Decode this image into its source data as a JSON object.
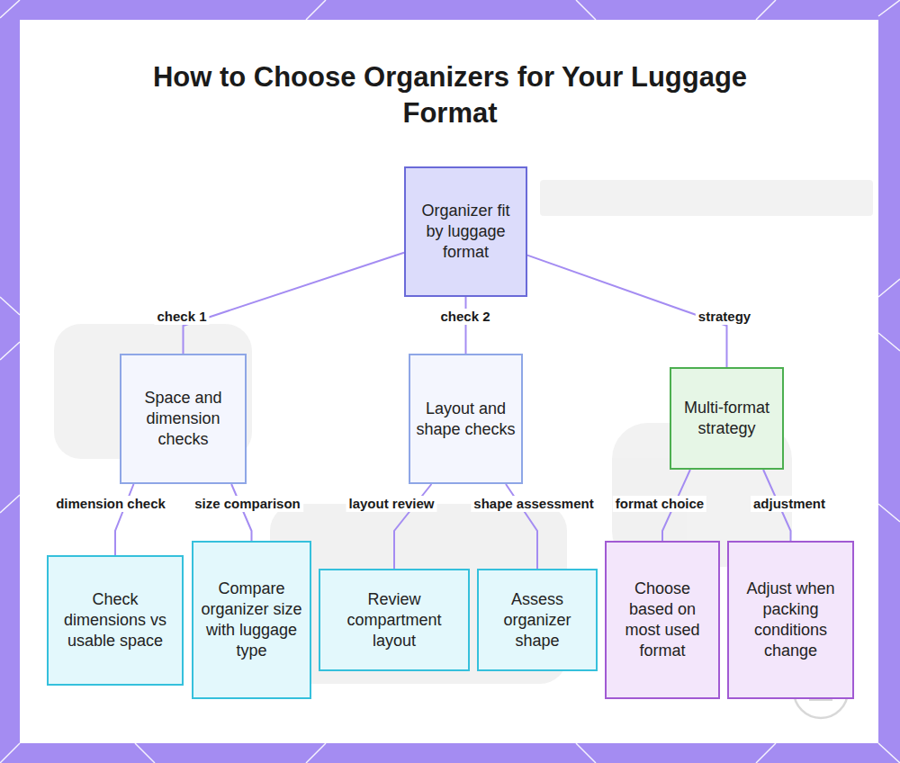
{
  "diagram": {
    "title": "How to Choose Organizers for Your Luggage Format",
    "nodes": [
      {
        "text": [
          "Organizer fit by luggage format"
        ]
      },
      {
        "text": [
          "Space and dimension checks"
        ]
      },
      {
        "text": [
          "Layout and shape checks"
        ]
      },
      {
        "text": [
          "Multi-format strategy"
        ]
      },
      {
        "text": [
          "Check dimensions vs usable space"
        ]
      },
      {
        "text": [
          "Compare organizer size with luggage type"
        ]
      },
      {
        "text": [
          "Review compartment layout"
        ]
      },
      {
        "text": [
          "Assess organizer shape"
        ]
      },
      {
        "text": [
          "Choose based on most used format"
        ]
      },
      {
        "text": [
          "Adjust when packing conditions change"
        ]
      }
    ],
    "edges": [
      {
        "from": 0,
        "to": 1,
        "label": "check 1",
        "arrow": "none"
      },
      {
        "from": 0,
        "to": 2,
        "label": "check 2",
        "arrow": "none"
      },
      {
        "from": 0,
        "to": 3,
        "label": "strategy",
        "arrow": "none"
      },
      {
        "from": 1,
        "to": 4,
        "label": "dimension check",
        "arrow": "none"
      },
      {
        "from": 1,
        "to": 5,
        "label": "size comparison",
        "arrow": "none"
      },
      {
        "from": 2,
        "to": 6,
        "label": "layout review",
        "arrow": "none"
      },
      {
        "from": 2,
        "to": 7,
        "label": "shape assessment",
        "arrow": "none"
      },
      {
        "from": 3,
        "to": 8,
        "label": "format choice",
        "arrow": "none"
      },
      {
        "from": 3,
        "to": 9,
        "label": "adjustment",
        "arrow": "none"
      }
    ]
  }
}
